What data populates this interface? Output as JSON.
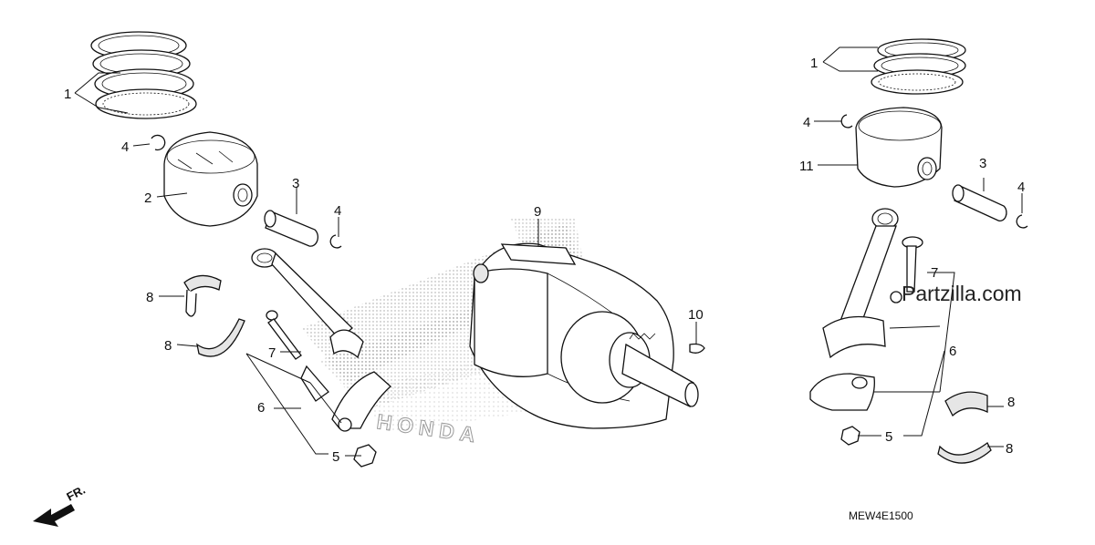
{
  "diagram": {
    "diagram_code": "MEW4E1500",
    "front_indicator": "FR.",
    "watermark": "Partzilla.com",
    "background_logo": "HONDA",
    "callouts_left": {
      "piston_rings": "1",
      "clip_top": "4",
      "piston": "2",
      "piston_pin": "3",
      "clip_pin": "4",
      "bearing_upper": "8",
      "bearing_lower": "8",
      "rod_bolt": "7",
      "rod_assy": "6",
      "rod_nut": "5"
    },
    "callouts_center": {
      "crankshaft": "9",
      "woodruff_key": "10"
    },
    "callouts_right": {
      "piston_rings": "1",
      "clip_top": "4",
      "piston": "11",
      "piston_pin": "3",
      "clip_pin": "4",
      "rod_bolt": "7",
      "rod_assy": "6",
      "rod_nut": "5",
      "bearing_upper": "8",
      "bearing_lower": "8"
    }
  }
}
